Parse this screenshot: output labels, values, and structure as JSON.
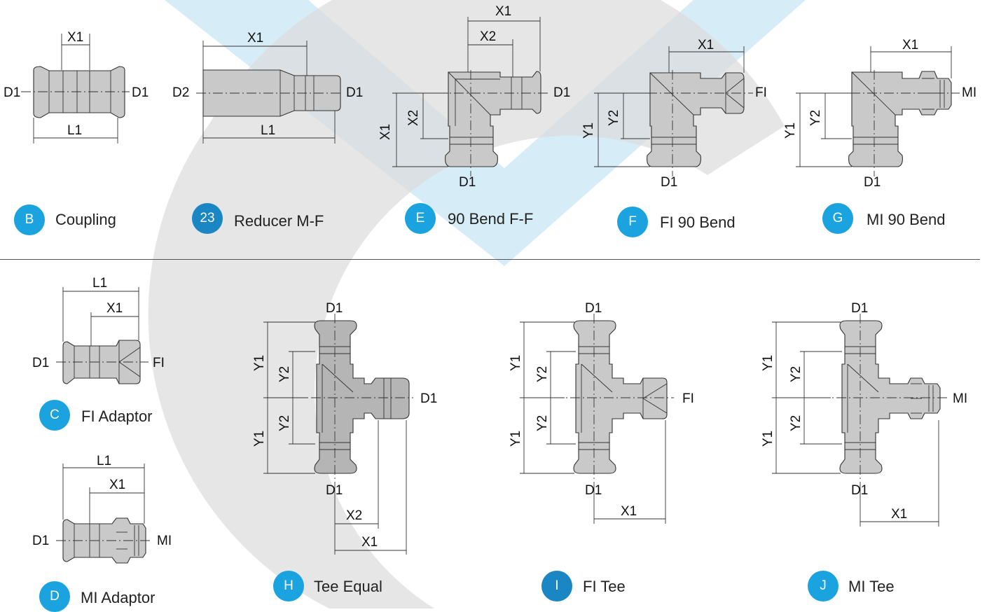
{
  "items": [
    {
      "code": "B",
      "name": "Coupling"
    },
    {
      "code": "23",
      "name": "Reducer M-F"
    },
    {
      "code": "E",
      "name": "90 Bend F-F"
    },
    {
      "code": "F",
      "name": "FI 90 Bend"
    },
    {
      "code": "G",
      "name": "MI 90 Bend"
    },
    {
      "code": "C",
      "name": "FI Adaptor"
    },
    {
      "code": "D",
      "name": "MI Adaptor"
    },
    {
      "code": "H",
      "name": "Tee Equal"
    },
    {
      "code": "I",
      "name": "FI Tee"
    },
    {
      "code": "J",
      "name": "MI Tee"
    }
  ],
  "dimension_labels": {
    "d1": "D1",
    "d2": "D2",
    "l1": "L1",
    "x1": "X1",
    "x2": "X2",
    "y1": "Y1",
    "y2": "Y2",
    "fi": "FI",
    "mi": "MI"
  },
  "colors": {
    "badge": "#1aa3df",
    "badge_dark": "#1a86c4",
    "watermark_grey": "#dcdcdc",
    "watermark_blue": "#cfe9f5"
  }
}
